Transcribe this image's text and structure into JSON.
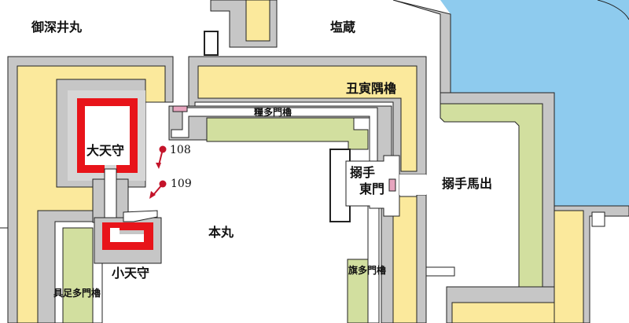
{
  "colors": {
    "wall": "#c6c6c6",
    "yellow": "#fbe99c",
    "green": "#d2df9f",
    "water": "#8ecbee",
    "tenshu": "#e8141a",
    "gate": "#e7a5bf",
    "marker": "#c4142a"
  },
  "labels": {
    "ofukei_maru": "御深井丸",
    "shiogura": "塩蔵",
    "ushitora_sumi_yagura": "丑寅隅櫓",
    "kate_tamon_yagura": "糧多門櫓",
    "dai_tenshu": "大天守",
    "hon_maru": "本丸",
    "sho_tenshu": "小天守",
    "gusoku_tamon_yagura": "具足多門櫓",
    "karamete_higashi_mon_1": "搦手",
    "karamete_higashi_mon_2": "東門",
    "karamete_umadashi": "搦手馬出",
    "hata_tamon_yagura": "旗多門櫓"
  },
  "markers": [
    {
      "label": "108"
    },
    {
      "label": "109"
    }
  ]
}
